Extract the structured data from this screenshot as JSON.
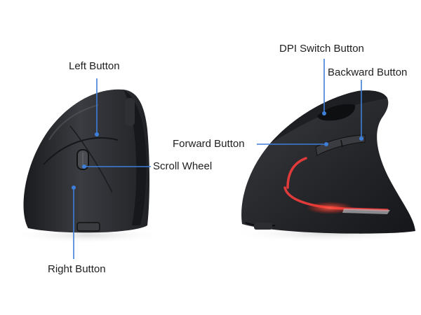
{
  "callouts": {
    "left_button": "Left Button",
    "scroll_wheel": "Scroll Wheel",
    "right_button": "Right Button",
    "dpi_switch_button": "DPI Switch Button",
    "backward_button": "Backward Button",
    "forward_button": "Forward Button"
  },
  "colors": {
    "leader_line": "#3d7fd9",
    "mouse_body": "#2b2d31",
    "light_strip": "#e03a3a",
    "label_text": "#1e1e1e"
  }
}
